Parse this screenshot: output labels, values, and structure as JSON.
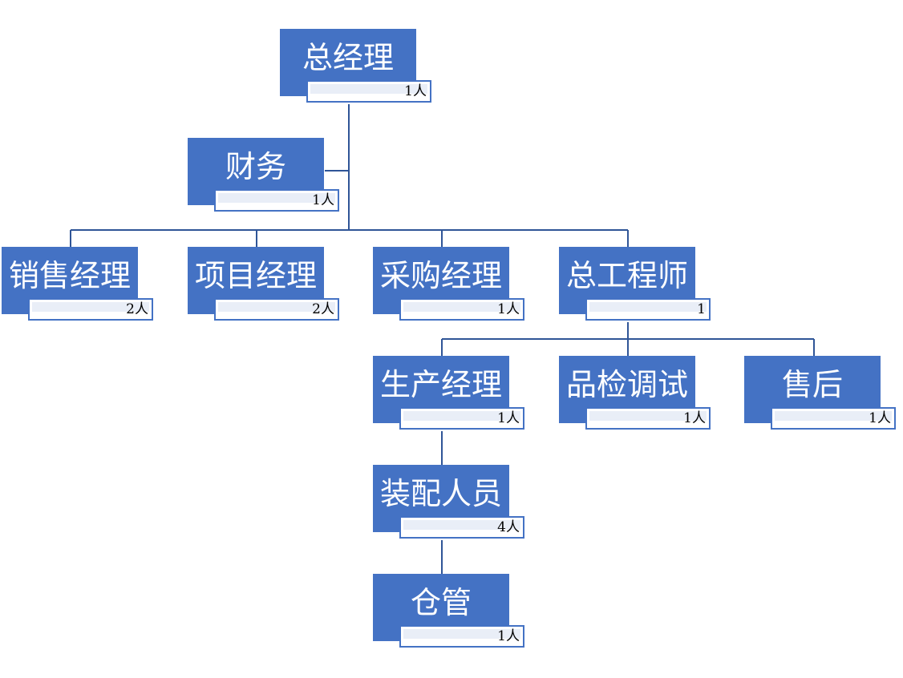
{
  "org_chart": {
    "nodes": [
      {
        "id": "gm",
        "title": "总经理",
        "count": "1人"
      },
      {
        "id": "finance",
        "title": "财务",
        "count": "1人"
      },
      {
        "id": "sales",
        "title": "销售经理",
        "count": "2人"
      },
      {
        "id": "project",
        "title": "项目经理",
        "count": "2人"
      },
      {
        "id": "purchase",
        "title": "采购经理",
        "count": "1人"
      },
      {
        "id": "chief_engineer",
        "title": "总工程师",
        "count": "1"
      },
      {
        "id": "production",
        "title": "生产经理",
        "count": "1人"
      },
      {
        "id": "qc",
        "title": "品检调试",
        "count": "1人"
      },
      {
        "id": "after_sales",
        "title": "售后",
        "count": "1人"
      },
      {
        "id": "assembly",
        "title": "装配人员",
        "count": "4人"
      },
      {
        "id": "warehouse",
        "title": "仓管",
        "count": "1人"
      }
    ],
    "relations": [
      {
        "parent": "gm",
        "child": "finance",
        "kind": "assistant"
      },
      {
        "parent": "gm",
        "child": "sales"
      },
      {
        "parent": "gm",
        "child": "project"
      },
      {
        "parent": "gm",
        "child": "purchase"
      },
      {
        "parent": "gm",
        "child": "chief_engineer"
      },
      {
        "parent": "chief_engineer",
        "child": "production"
      },
      {
        "parent": "chief_engineer",
        "child": "qc"
      },
      {
        "parent": "chief_engineer",
        "child": "after_sales"
      },
      {
        "parent": "production",
        "child": "assembly"
      },
      {
        "parent": "assembly",
        "child": "warehouse"
      }
    ],
    "colors": {
      "box_fill": "#4472C4",
      "box_text": "#FFFFFF",
      "tag_border": "#4472C4",
      "tag_fill": "#E9EEF7",
      "line": "#2F5597"
    }
  }
}
